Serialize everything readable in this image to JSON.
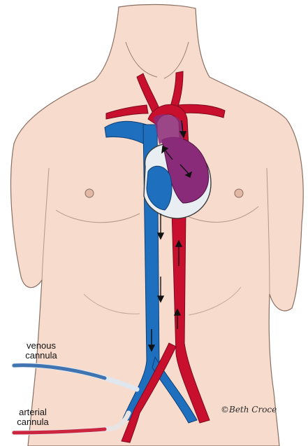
{
  "labels": {
    "venous_line1": "venous",
    "venous_line2": "cannula",
    "arterial_line1": "arterial",
    "arterial_line2": "cannula"
  },
  "signature": "©Beth Croce",
  "colors": {
    "skin": "#f7dccd",
    "skin_outline": "#8a6f62",
    "venous_blood": "#1f6fbf",
    "arterial_blood": "#c8102e",
    "mixed_blood": "#8a2b7a",
    "background": "#ffffff"
  },
  "icons": [
    "torso-illustration",
    "heart-icon",
    "flow-arrow-icon"
  ]
}
